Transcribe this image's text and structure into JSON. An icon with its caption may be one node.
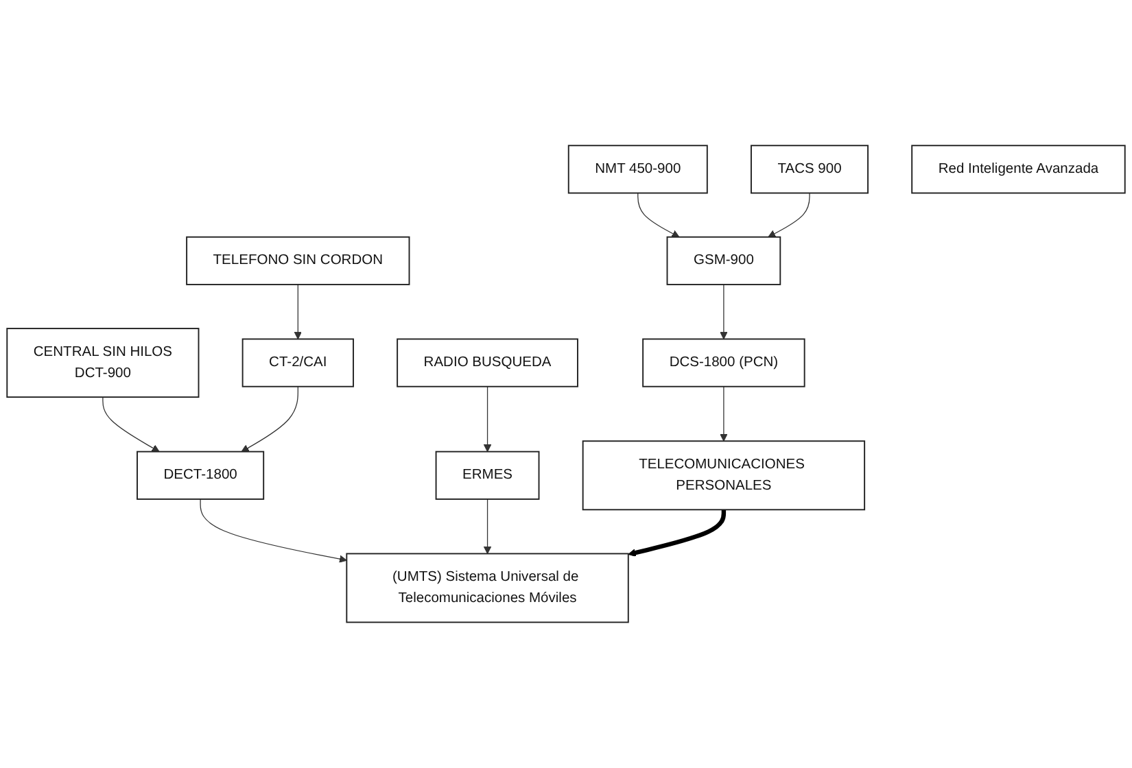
{
  "diagram": {
    "nodes": [
      {
        "text": [
          "NMT 450-900"
        ]
      },
      {
        "text": [
          "TACS 900"
        ]
      },
      {
        "text": [
          "TELEFONO SIN CORDON"
        ]
      },
      {
        "text": [
          "CENTRAL SIN HILOS",
          "DCT-900"
        ]
      },
      {
        "text": [
          "RADIO BUSQUEDA"
        ]
      },
      {
        "text": [
          "GSM-900"
        ]
      },
      {
        "text": [
          "CT-2/CAI"
        ]
      },
      {
        "text": [
          "DECT-1800"
        ]
      },
      {
        "text": [
          "ERMES"
        ]
      },
      {
        "text": [
          "DCS-1800 (PCN)"
        ]
      },
      {
        "text": [
          "TELECOMUNICACIONES PERSONALES"
        ]
      },
      {
        "text": [
          "(UMTS) Sistema Universal de Telecomunicaciones Móviles"
        ]
      },
      {
        "text": [
          "Red Inteligente Avanzada"
        ]
      }
    ],
    "edges": [
      {
        "from": 0,
        "to": 5,
        "arrow": "to"
      },
      {
        "from": 1,
        "to": 5,
        "arrow": "to"
      },
      {
        "from": 2,
        "to": 6,
        "arrow": "to"
      },
      {
        "from": 3,
        "to": 7,
        "arrow": "to"
      },
      {
        "from": 6,
        "to": 7,
        "arrow": "to"
      },
      {
        "from": 4,
        "to": 8,
        "arrow": "to"
      },
      {
        "from": 5,
        "to": 9,
        "arrow": "to"
      },
      {
        "from": 9,
        "to": 10,
        "arrow": "to"
      },
      {
        "from": 7,
        "to": 11,
        "arrow": "to"
      },
      {
        "from": 8,
        "to": 11,
        "arrow": "to"
      },
      {
        "from": 10,
        "to": 11,
        "arrow": "to",
        "style": "thick",
        "color": "#000000"
      }
    ]
  }
}
